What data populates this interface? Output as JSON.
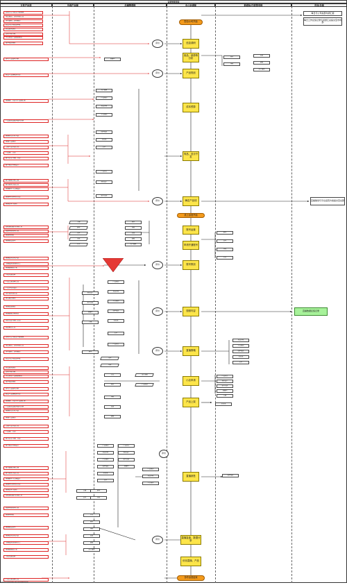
{
  "title": "运营管理流程",
  "lanes": [
    "文件产出项",
    "外部产品部",
    "后端管理部",
    "中心协调部",
    "新媒体/内容策划部",
    "市场/总部"
  ],
  "center": {
    "start": "配合公司开始",
    "launch": "线上运营开始",
    "end": "协作运营结束",
    "steps": [
      "信息调研",
      "竞品、趋势等分析",
      "产品规划",
      "成本预算",
      "商品、设计开发",
      "确定产品线",
      "账号运营",
      "申请开通账号",
      "账号策划",
      "视频内容",
      "直播策略",
      "小店申请",
      "产品上架",
      "直播销售",
      "直播复盘、数据分析",
      "优化直播、产品"
    ]
  },
  "decisions": [
    "评价",
    "评价",
    "评价",
    "评价",
    "评价",
    "评价",
    "评价",
    "评价"
  ],
  "left_items": [
    "分析平台与对应人群画像",
    "项目规划、分析内容汇总",
    "市场调研、分析报告",
    "提交与公司总部审批",
    "提交运营建议",
    "目标人群分析",
    "平台对应产品规划报告",
    "成本核算报表",
    "参考产品成本分析",
    "新品产品线规划方案",
    "直播推广方案与产品线汇报",
    "产品运营及成本盈利分析",
    "直播带货定价方案",
    "直播产品规划",
    "上架产品方案汇总",
    "产品推广计划",
    "账号定位与推广方案",
    "账号视觉风格设计",
    "账号数据分析汇报",
    "账号运营方案汇总",
    "直播脚本与主播设定",
    "直播间场景布置方案",
    "直播话术与流程",
    "短视频拍摄与剪辑计划",
    "视频内容发布计划",
    "直播排期表",
    "直播商品清单",
    "直播促销活动方案",
    "主播及运营团队分工",
    "直播数据统计表",
    "小店开通资料",
    "产品上架资料汇总",
    "产品详情页设计",
    "库存及物流方案",
    "售后服务规则",
    "直播复盘报告",
    "直播数据分析报告",
    "优化方案与执行计划",
    "结案报告汇总"
  ],
  "right_notes": {
    "top": "每日与公司总部沟通汇报",
    "top2": "每日工作反馈记录与问题汇总提交至市场部",
    "mid": "直播策划与平台运营方案提交至总部",
    "side": "直播数据反馈记录"
  },
  "back_items": [
    "用户画像",
    "产品规划",
    "竞品分析",
    "平台规则",
    "成本核算",
    "供应链",
    "定价",
    "产品卖点",
    "视觉设计",
    "账号包装",
    "直播间",
    "主播",
    "脚本",
    "话术",
    "场景",
    "灯光",
    "道具",
    "排期",
    "复盘",
    "数据"
  ],
  "source_note": "cooking-lifestyle-merchandise(2021)"
}
